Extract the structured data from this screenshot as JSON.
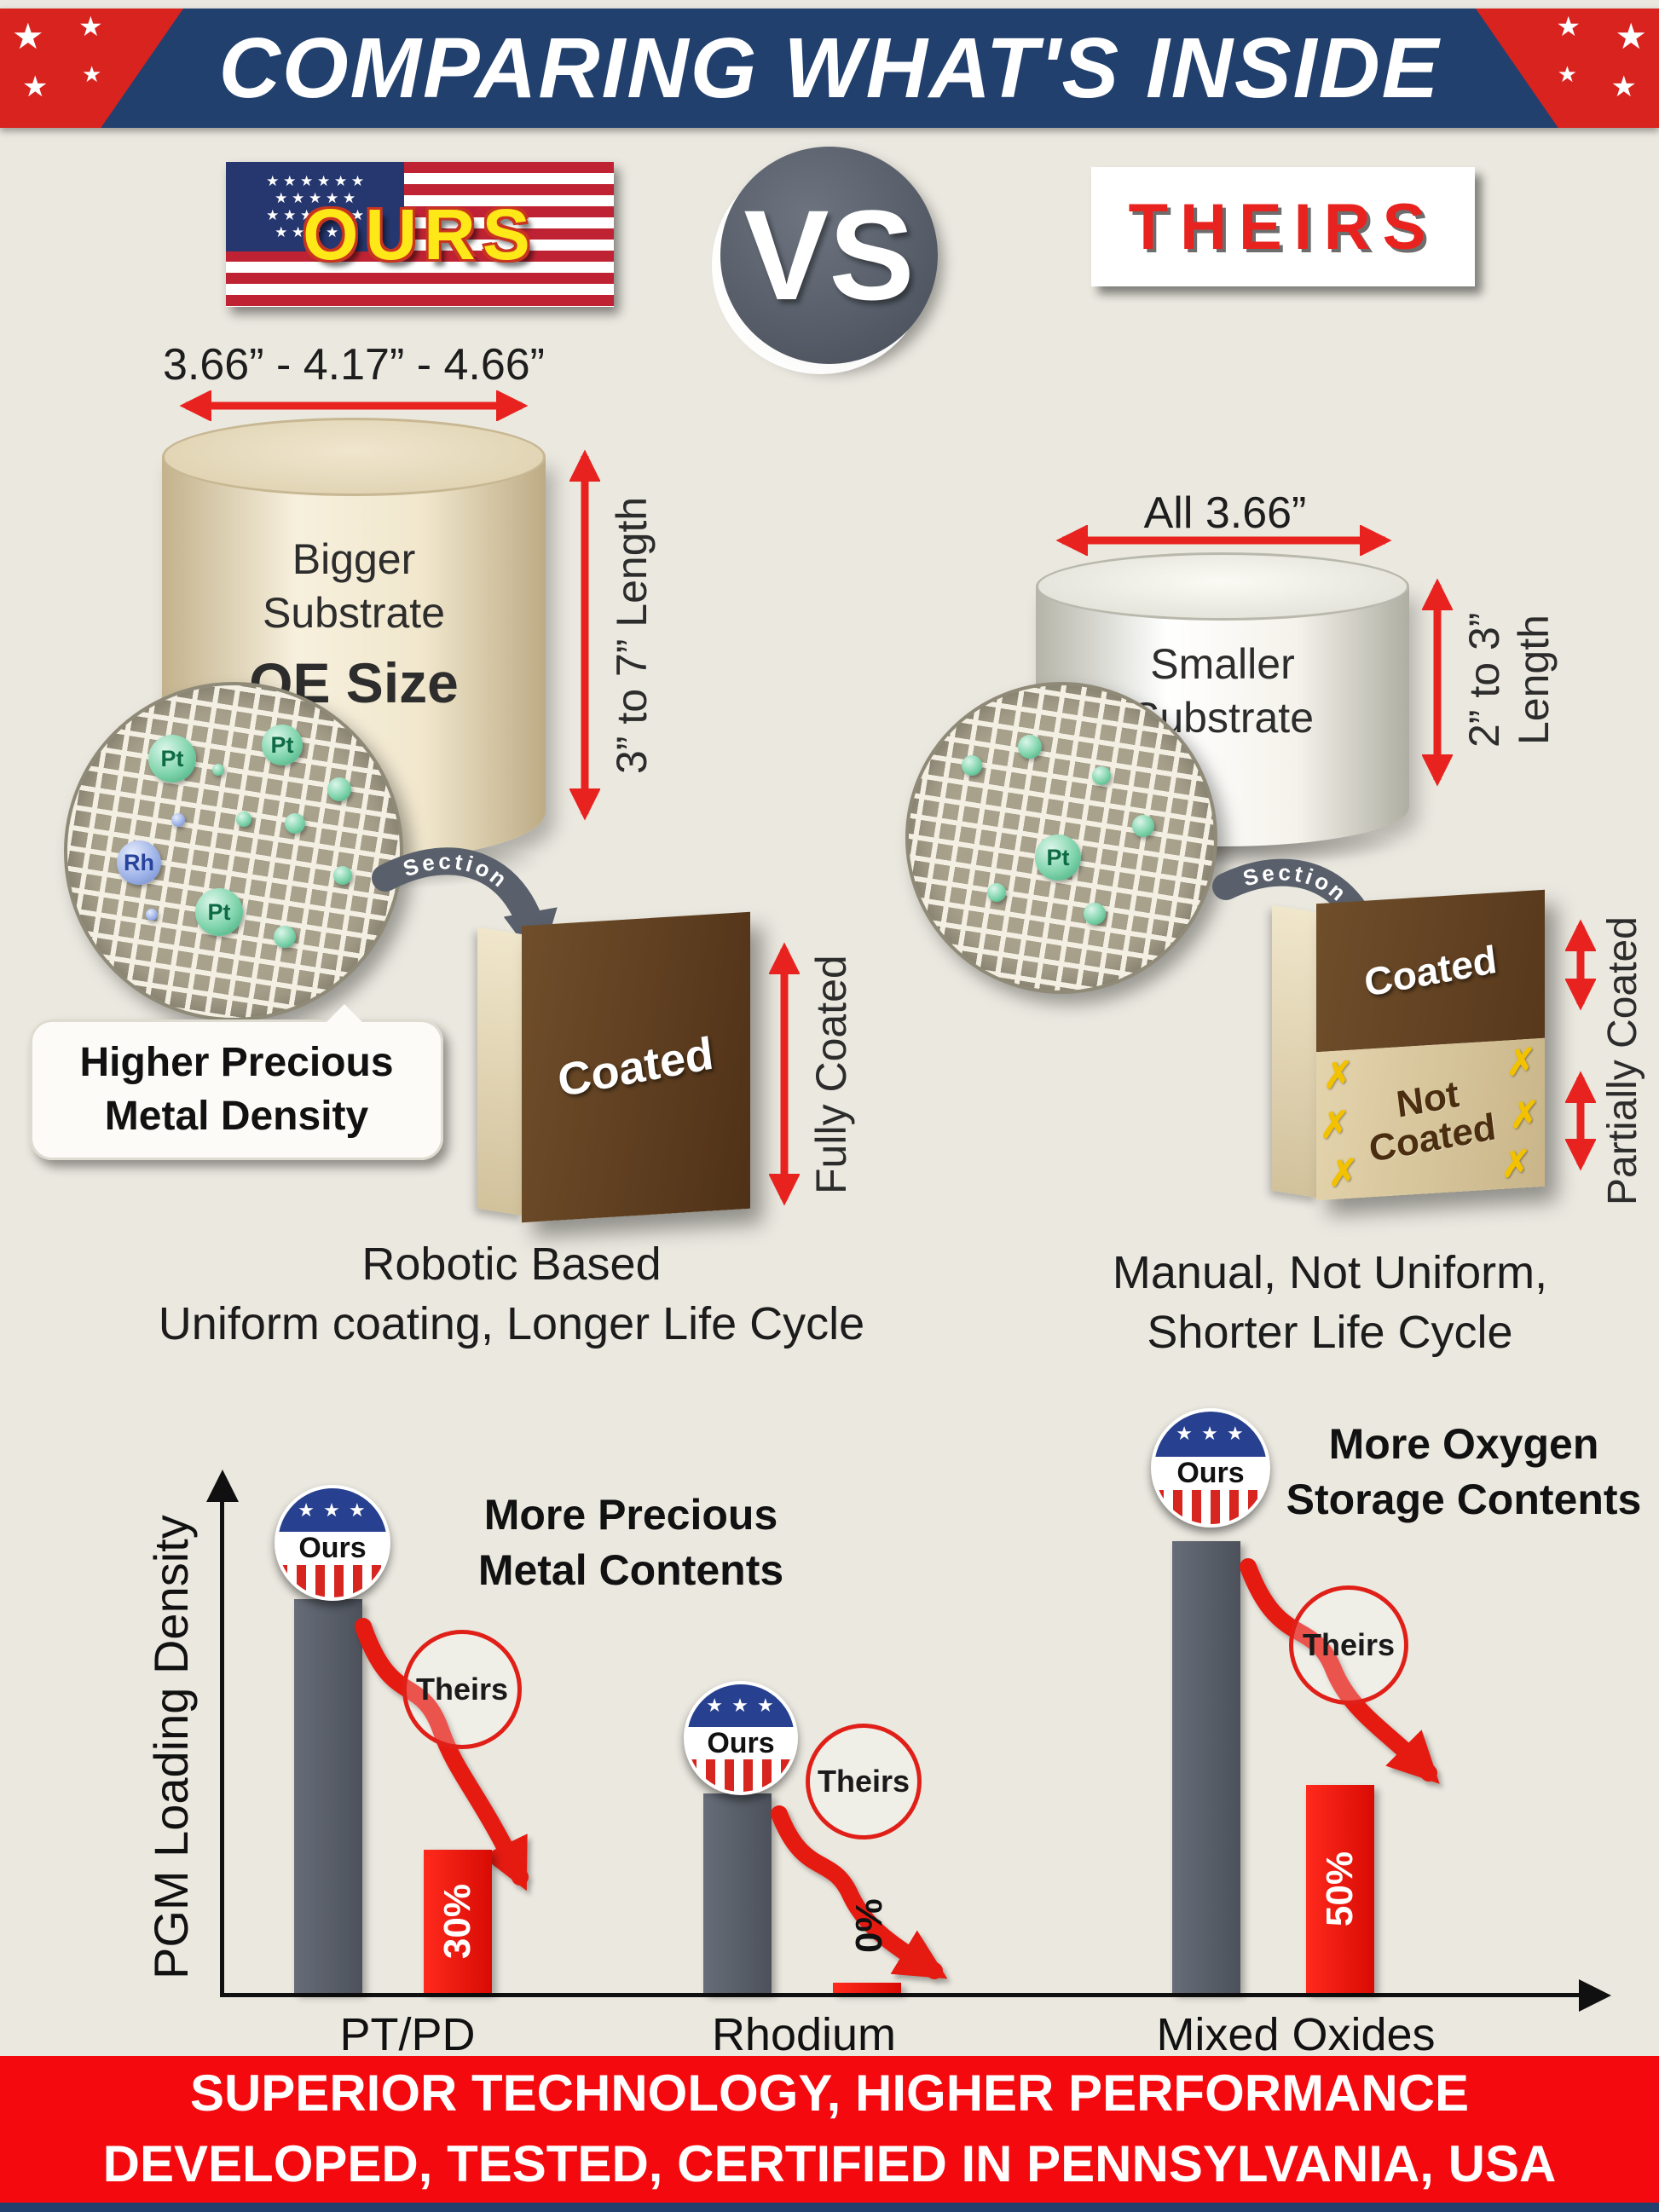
{
  "header": {
    "title": "COMPARING WHAT'S INSIDE"
  },
  "versus": {
    "ours": "OURS",
    "vs": "VS",
    "theirs": "THEIRS"
  },
  "ours": {
    "diameters": "3.66” - 4.17” - 4.66”",
    "substrate": {
      "line1": "Bigger",
      "line2": "Substrate",
      "line3": "OE Size"
    },
    "length_label": "3” to 7” Length",
    "mesh_dots": [
      "Pt",
      "Pt",
      "Rh",
      "Pt"
    ],
    "callout": {
      "line1": "Higher Precious",
      "line2": "Metal Density"
    },
    "section_label": "Section",
    "coated_label": "Coated",
    "coat_extent_label": "Fully Coated",
    "caption": {
      "line1": "Robotic Based",
      "line2": "Uniform coating, Longer Life Cycle"
    }
  },
  "theirs": {
    "diameters": "All 3.66”",
    "substrate": {
      "line1": "Smaller",
      "line2": "Substrate"
    },
    "length_label": "2” to 3” Length",
    "mesh_dots": [
      "Pt"
    ],
    "section_label": "Section",
    "coated_label": "Coated",
    "not_coated": {
      "line1": "Not",
      "line2": "Coated"
    },
    "coat_extent_label": "Partially Coated",
    "caption": {
      "line1": "Manual, Not Uniform,",
      "line2": "Shorter Life Cycle"
    }
  },
  "chart": {
    "y_axis_label": "PGM Loading Density",
    "ours_badge_label": "Ours",
    "theirs_badge_label": "Theirs",
    "annotation_precious": {
      "line1": "More Precious",
      "line2": "Metal Contents"
    },
    "annotation_oxygen": {
      "line1": "More Oxygen",
      "line2": "Storage Contents"
    },
    "groups": [
      {
        "category": "PT/PD",
        "theirs_label": "30%"
      },
      {
        "category": "Rhodium",
        "theirs_label": "0%"
      },
      {
        "category": "Mixed Oxides",
        "theirs_label": "50%"
      }
    ]
  },
  "chart_data": {
    "type": "bar",
    "categories": [
      "PT/PD",
      "Rhodium",
      "Mixed Oxides"
    ],
    "series": [
      {
        "name": "Ours",
        "values": [
          79,
          40,
          90
        ],
        "color": "#575c66"
      },
      {
        "name": "Theirs",
        "values": [
          29,
          1,
          42
        ],
        "color": "#f10f0f"
      }
    ],
    "theirs_value_labels": [
      "30%",
      "0%",
      "50%"
    ],
    "ylabel": "PGM Loading Density",
    "xlabel": "",
    "ylim": [
      0,
      100
    ],
    "grid": false,
    "legend": false,
    "annotations": [
      "More Precious Metal Contents",
      "More Oxygen Storage Contents"
    ],
    "units": "relative bar heights; red bar labels give Theirs content vs Ours"
  },
  "footer": {
    "line1": "SUPERIOR TECHNOLOGY, HIGHER PERFORMANCE",
    "line2": "DEVELOPED, TESTED, CERTIFIED IN PENNSYLVANIA, USA"
  },
  "icons": {
    "star": "★",
    "stars3": "★ ★ ★",
    "canton_stars": "★ ★ ★ ★ ★ ★\n★ ★ ★ ★ ★\n★ ★ ★ ★ ★ ★\n★ ★ ★ ★ ★",
    "x_mark": "✗"
  },
  "colors": {
    "header_navy": "#21406e",
    "accent_red": "#e8231f",
    "bar_gray": "#575c66",
    "bar_red": "#f10f0f",
    "footer_red": "#f3090e"
  }
}
